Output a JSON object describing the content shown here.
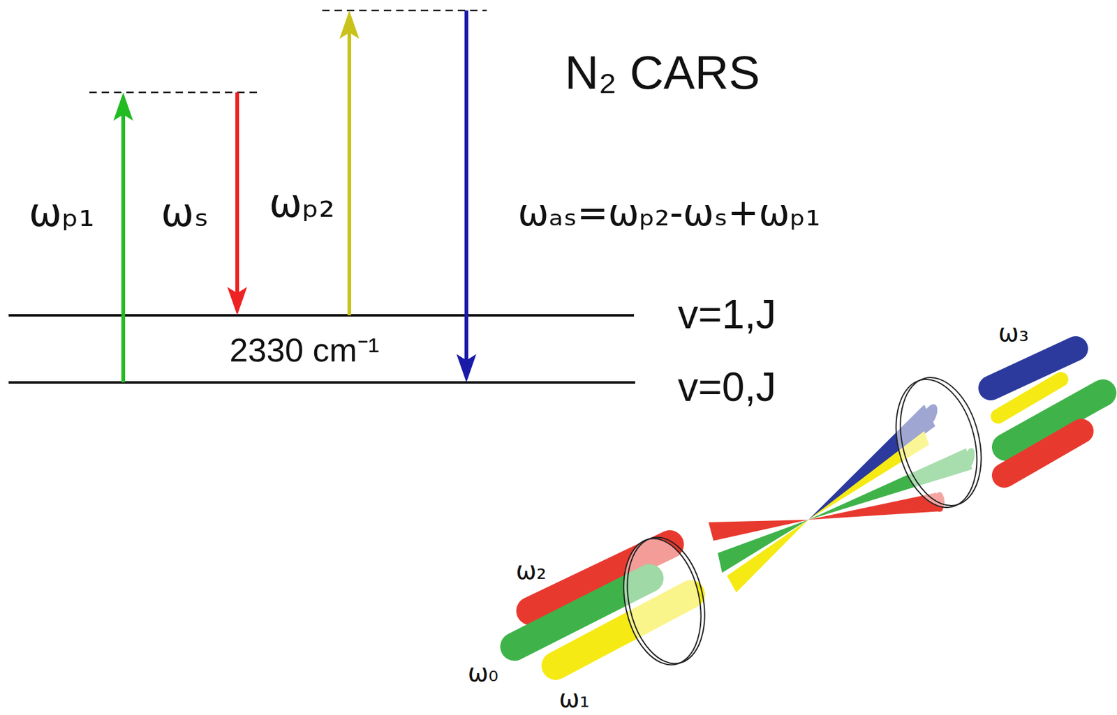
{
  "diagram": {
    "title": "N₂ CARS",
    "labels": [
      "ωₚ₁",
      "ωₛ",
      "ωₚ₂",
      "ωₐₛ=ωₚ₂-ωₛ+ωₚ₁",
      "v=1,J",
      "v=0,J",
      "2330 cm⁻¹",
      "ω₃",
      "ω₂",
      "ω₀",
      "ω₁"
    ]
  }
}
